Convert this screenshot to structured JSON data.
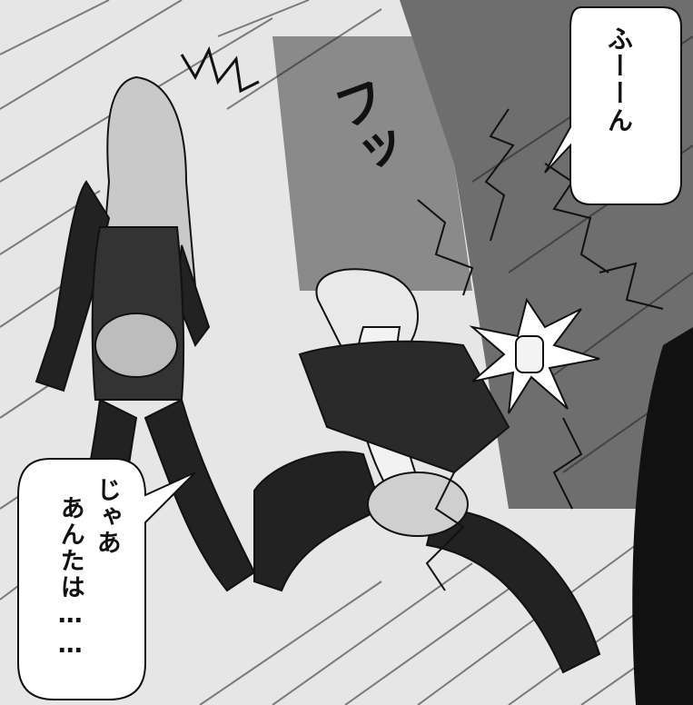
{
  "bubbles": {
    "top_right": {
      "text": "ふーーん"
    },
    "bottom_left": {
      "line1": "じゃあ",
      "line2": "あんたは……"
    }
  },
  "sfx": {
    "text": "フッ"
  },
  "colors": {
    "ink": "#111111",
    "paper": "#ffffff",
    "shade": "#9a9a9a"
  }
}
